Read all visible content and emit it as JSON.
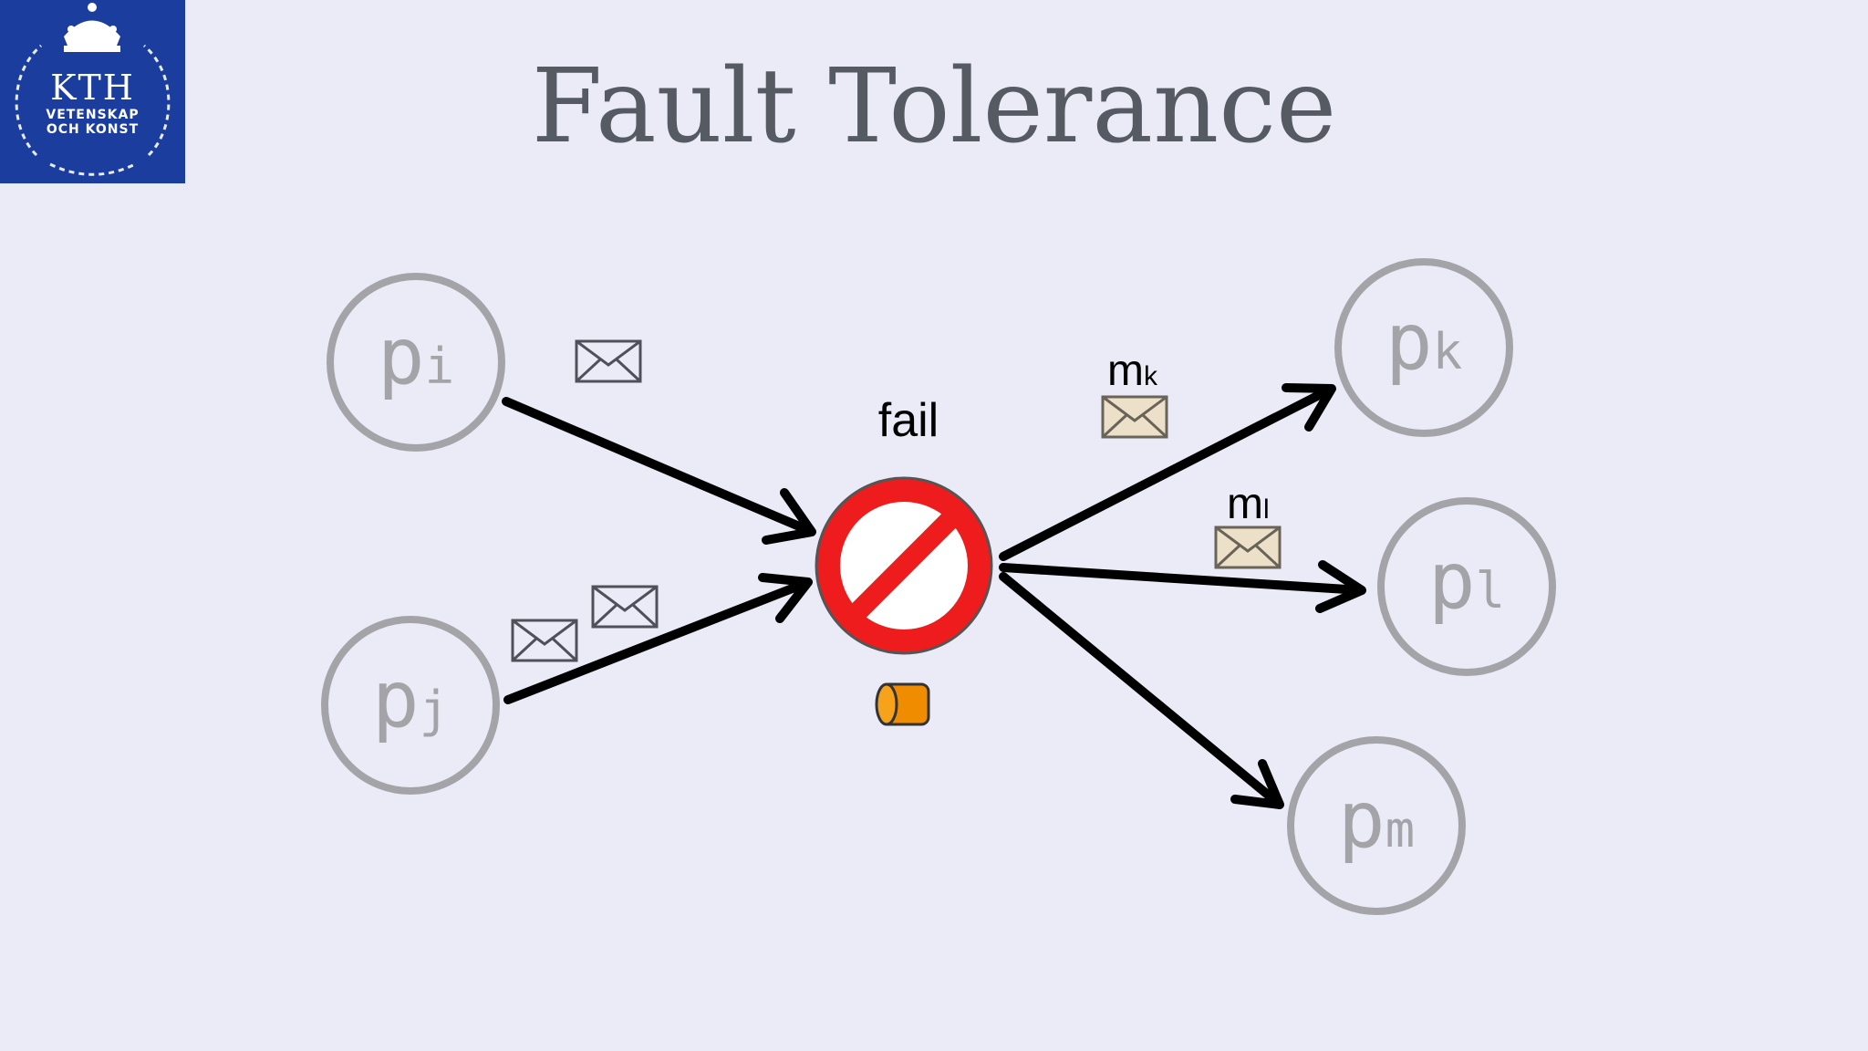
{
  "logo": {
    "name": "KTH",
    "line1": "VETENSKAP",
    "line2": "OCH KONST"
  },
  "title": "Fault Tolerance",
  "diagram": {
    "processes": [
      {
        "id": "pi",
        "main": "p",
        "sub": "i"
      },
      {
        "id": "pj",
        "main": "p",
        "sub": "j"
      },
      {
        "id": "pk",
        "main": "p",
        "sub": "k"
      },
      {
        "id": "pl",
        "main": "p",
        "sub": "l"
      },
      {
        "id": "pm",
        "main": "p",
        "sub": "m"
      }
    ],
    "fail_label": "fail",
    "messages": {
      "mk": {
        "main": "m",
        "sub": "k"
      },
      "ml": {
        "main": "m",
        "sub": "l"
      }
    },
    "icons": [
      "envelope-icon",
      "prohibited-icon",
      "storage-cylinder-icon"
    ],
    "colors": {
      "node_stroke": "#a4a4a8",
      "fail_red": "#ee1c1c",
      "storage_orange": "#f08c00",
      "envelope_beige": "#ece0c8"
    }
  }
}
